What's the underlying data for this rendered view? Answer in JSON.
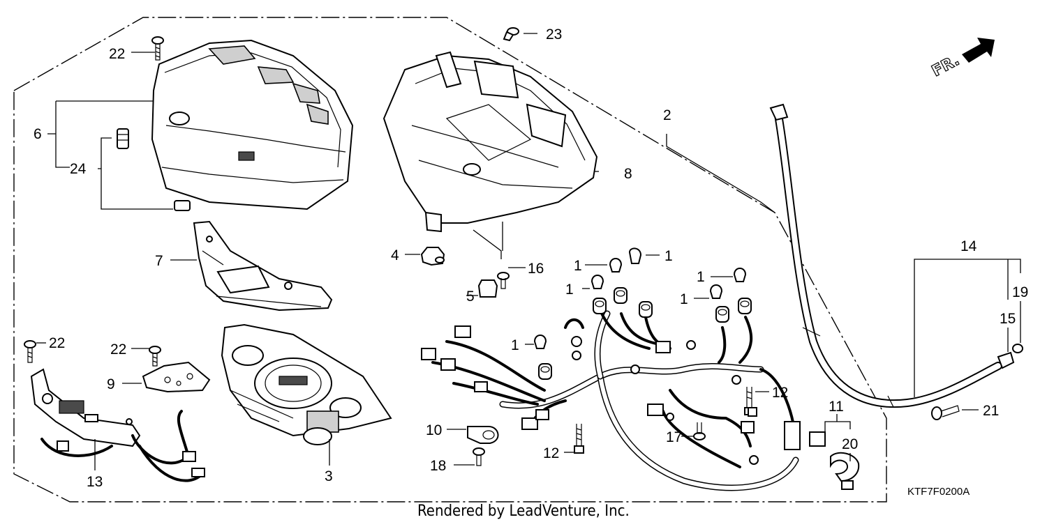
{
  "diagram": {
    "callouts": {
      "c1a": "1",
      "c1b": "1",
      "c1c": "1",
      "c1d": "1",
      "c1e": "1",
      "c1f": "1",
      "c2": "2",
      "c3": "3",
      "c4": "4",
      "c5": "5",
      "c6": "6",
      "c7": "7",
      "c8": "8",
      "c9": "9",
      "c10": "10",
      "c11": "11",
      "c12a": "12",
      "c12b": "12",
      "c13": "13",
      "c14": "14",
      "c15": "15",
      "c16": "16",
      "c17": "17",
      "c18": "18",
      "c19": "19",
      "c20": "20",
      "c21": "21",
      "c22a": "22",
      "c22b": "22",
      "c22c": "22",
      "c23": "23",
      "c24": "24"
    },
    "direction_label": "FR.",
    "diagram_code": "KTF7F0200A",
    "credit": "Rendered by LeadVenture, Inc."
  }
}
